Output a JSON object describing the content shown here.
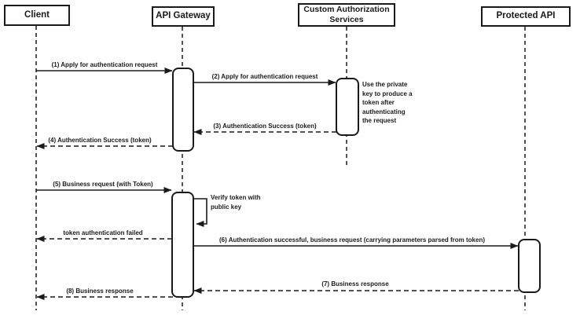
{
  "diagram": {
    "kind": "uml-sequence-diagram",
    "colors": {
      "line": "#1a1a1a",
      "background": "#ffffff"
    },
    "actors": [
      {
        "id": "client",
        "label": "Client"
      },
      {
        "id": "api-gateway",
        "label": "API Gateway"
      },
      {
        "id": "custom-authorization-services",
        "label": "Custom Authorization Services"
      },
      {
        "id": "protected-api",
        "label": "Protected API"
      }
    ],
    "messages": [
      {
        "label": "(1) Apply for authentication request",
        "from": "Client",
        "to": "API Gateway",
        "line": "solid"
      },
      {
        "label": "(2) Apply for authentication request",
        "from": "API Gateway",
        "to": "Custom Authorization Services",
        "line": "solid"
      },
      {
        "label": "(3) Authentication Success (token)",
        "from": "Custom Authorization Services",
        "to": "API Gateway",
        "line": "dashed"
      },
      {
        "label": "(4) Authentication Success (token)",
        "from": "API Gateway",
        "to": "Client",
        "line": "dashed"
      },
      {
        "label": "(5) Business request (with Token)",
        "from": "Client",
        "to": "API Gateway",
        "line": "solid"
      },
      {
        "label": "Verify token with public key",
        "from": "API Gateway",
        "to": "API Gateway",
        "line": "solid-self"
      },
      {
        "label": "token authentication failed",
        "from": "API Gateway",
        "to": "Client",
        "line": "dashed"
      },
      {
        "label": "(6) Authentication successful, business request (carrying parameters parsed from token)",
        "from": "API Gateway",
        "to": "Protected API",
        "line": "solid"
      },
      {
        "label": "(7) Business response",
        "from": "Protected API",
        "to": "API Gateway",
        "line": "dashed"
      },
      {
        "label": "(8) Business response",
        "from": "API Gateway",
        "to": "Client",
        "line": "dashed"
      }
    ],
    "note": {
      "text": "Use the private key to produce a token after authenticating the request",
      "attached_to": "Custom Authorization Services"
    }
  }
}
